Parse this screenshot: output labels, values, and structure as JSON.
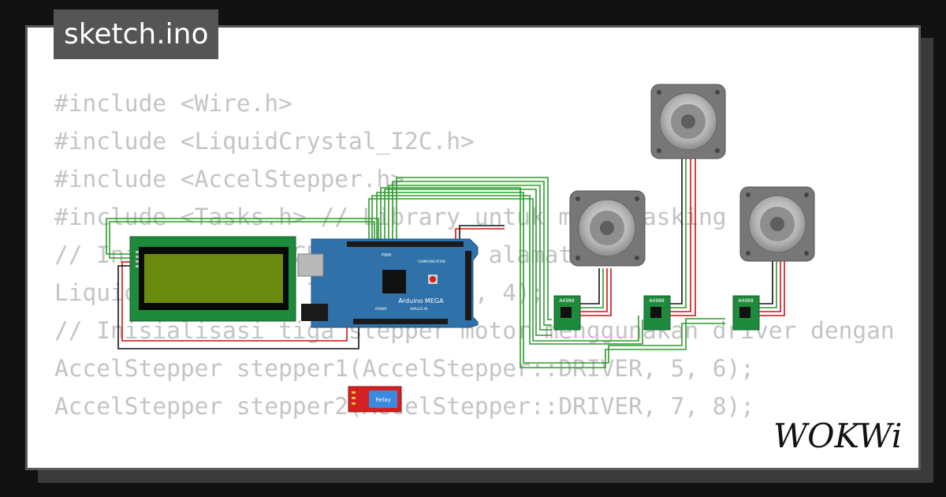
{
  "title": "sketch.ino",
  "code_lines": [
    "#include <Wire.h>",
    "#include <LiquidCrystal_I2C.h>",
    "#include <AccelStepper.h>",
    "#include <Tasks.h> // Library untuk multitasking",
    "",
    "// Inisialisasi LCD I2C dengan alamat 0x27",
    "LiquidCrystal_I2C lcd(0x27, 20, 4);",
    "",
    "// Inisialisasi tiga stepper motor menggunakan driver dengan",
    "AccelStepper stepper1(AccelStepper::DRIVER, 5, 6);",
    "AccelStepper stepper2(AccelStepper::DRIVER, 7, 8);"
  ],
  "brand": "WOKWi",
  "components": {
    "arduino_label": "Arduino MEGA",
    "driver_label": "A4988",
    "relay_label": "Relay",
    "pwm_label": "PWM",
    "communication_label": "COMMUNICATION",
    "power_label": "POWER",
    "analog_label": "ANALOG IN"
  },
  "colors": {
    "background": "#121212",
    "card": "#ffffff",
    "code_text": "#c4c4c4",
    "title_tag": "#555555",
    "lcd_board": "#1e8a3c",
    "lcd_screen": "#6a8a10",
    "arduino": "#2f71a8",
    "driver": "#1e8a3c",
    "relay": "#d42020",
    "wire_green": "#2e9a2e",
    "wire_red": "#d01010",
    "wire_black": "#111111"
  }
}
